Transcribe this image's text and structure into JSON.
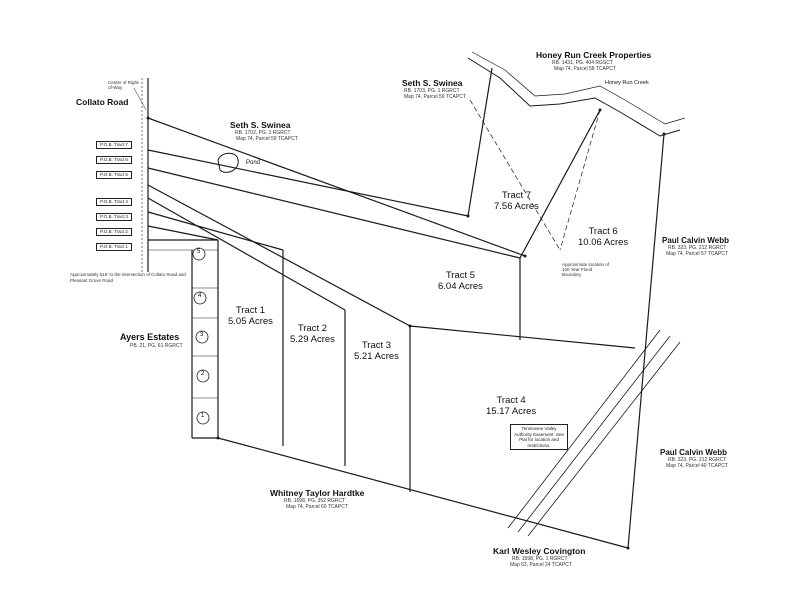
{
  "roads": {
    "road_name": "Collato Road",
    "road_note": "Center of Right-of-Way",
    "road_note2": "Approximately 515' to the intersection of Collato Road and Pleasant Grove Road"
  },
  "owners": {
    "honey_run": {
      "name": "Honey Run Creek Properties",
      "ref": "RB. 1431, PG. 404 RGSCT",
      "ref2": "Map 74, Parcel 58 TCAPCT"
    },
    "creek": {
      "name": "Honey Run Creek"
    },
    "swinea_top": {
      "name": "Seth S. Swinea",
      "ref": "RB. 1703, PG. 1 RGRCT",
      "ref2": "Map 74, Parcel 59 TCAPCT"
    },
    "swinea_main": {
      "name": "Seth S. Swinea",
      "ref": "RB. 1702, PG. 1 RGRCT",
      "ref2": "Map 74, Parcel 59 TCAPCT"
    },
    "webb_upper": {
      "name": "Paul Calvin Webb",
      "ref": "RB. 323, PG. 212 RGRCT",
      "ref2": "Map 74, Parcel 57 TCAPCT"
    },
    "webb_lower": {
      "name": "Paul Calvin Webb",
      "ref": "RB. 323, PG. 212 RGRCT",
      "ref2": "Map 74, Parcel 40 TCAPCT"
    },
    "ayers": {
      "name": "Ayers Estates",
      "ref": "PB. 21, PG. 61 RGRCT"
    },
    "hardtke": {
      "name": "Whitney Taylor Hardtke",
      "ref": "RB. 1698, PG. 352 RGRCT",
      "ref2": "Map 74, Parcel 60 TCAPCT"
    },
    "covington": {
      "name": "Karl Wesley Covington",
      "ref": "RB. 1598, PG. 1 RGRCT",
      "ref2": "Map 63, Parcel 24 TCAPCT"
    }
  },
  "pond_label": "Pond",
  "tracts": [
    {
      "name": "Tract 1",
      "acres": "5.05 Acres"
    },
    {
      "name": "Tract 2",
      "acres": "5.29 Acres"
    },
    {
      "name": "Tract 3",
      "acres": "5.21 Acres"
    },
    {
      "name": "Tract 4",
      "acres": "15.17 Acres"
    },
    {
      "name": "Tract 5",
      "acres": "6.04 Acres"
    },
    {
      "name": "Tract 6",
      "acres": "10.06 Acres"
    },
    {
      "name": "Tract 7",
      "acres": "7.56 Acres"
    }
  ],
  "pob_boxes": [
    "P.O.B. Tract 7",
    "P.O.B. Tract 6",
    "P.O.B. Tract 5",
    "P.O.B. Tract 4",
    "P.O.B. Tract 3",
    "P.O.B. Tract 2",
    "P.O.B. Tract 1"
  ],
  "lots": [
    "5",
    "4",
    "3",
    "2",
    "1"
  ],
  "flood_note": "Approximate location of 100 Year Flood Boundary",
  "easement_note": "Tennessee Valley Authority Easement. See Plat for location and restrictions.",
  "colors": {
    "ink": "#1a1a1a",
    "paper": "#ffffff",
    "box_fill": "#e6e6e6"
  }
}
